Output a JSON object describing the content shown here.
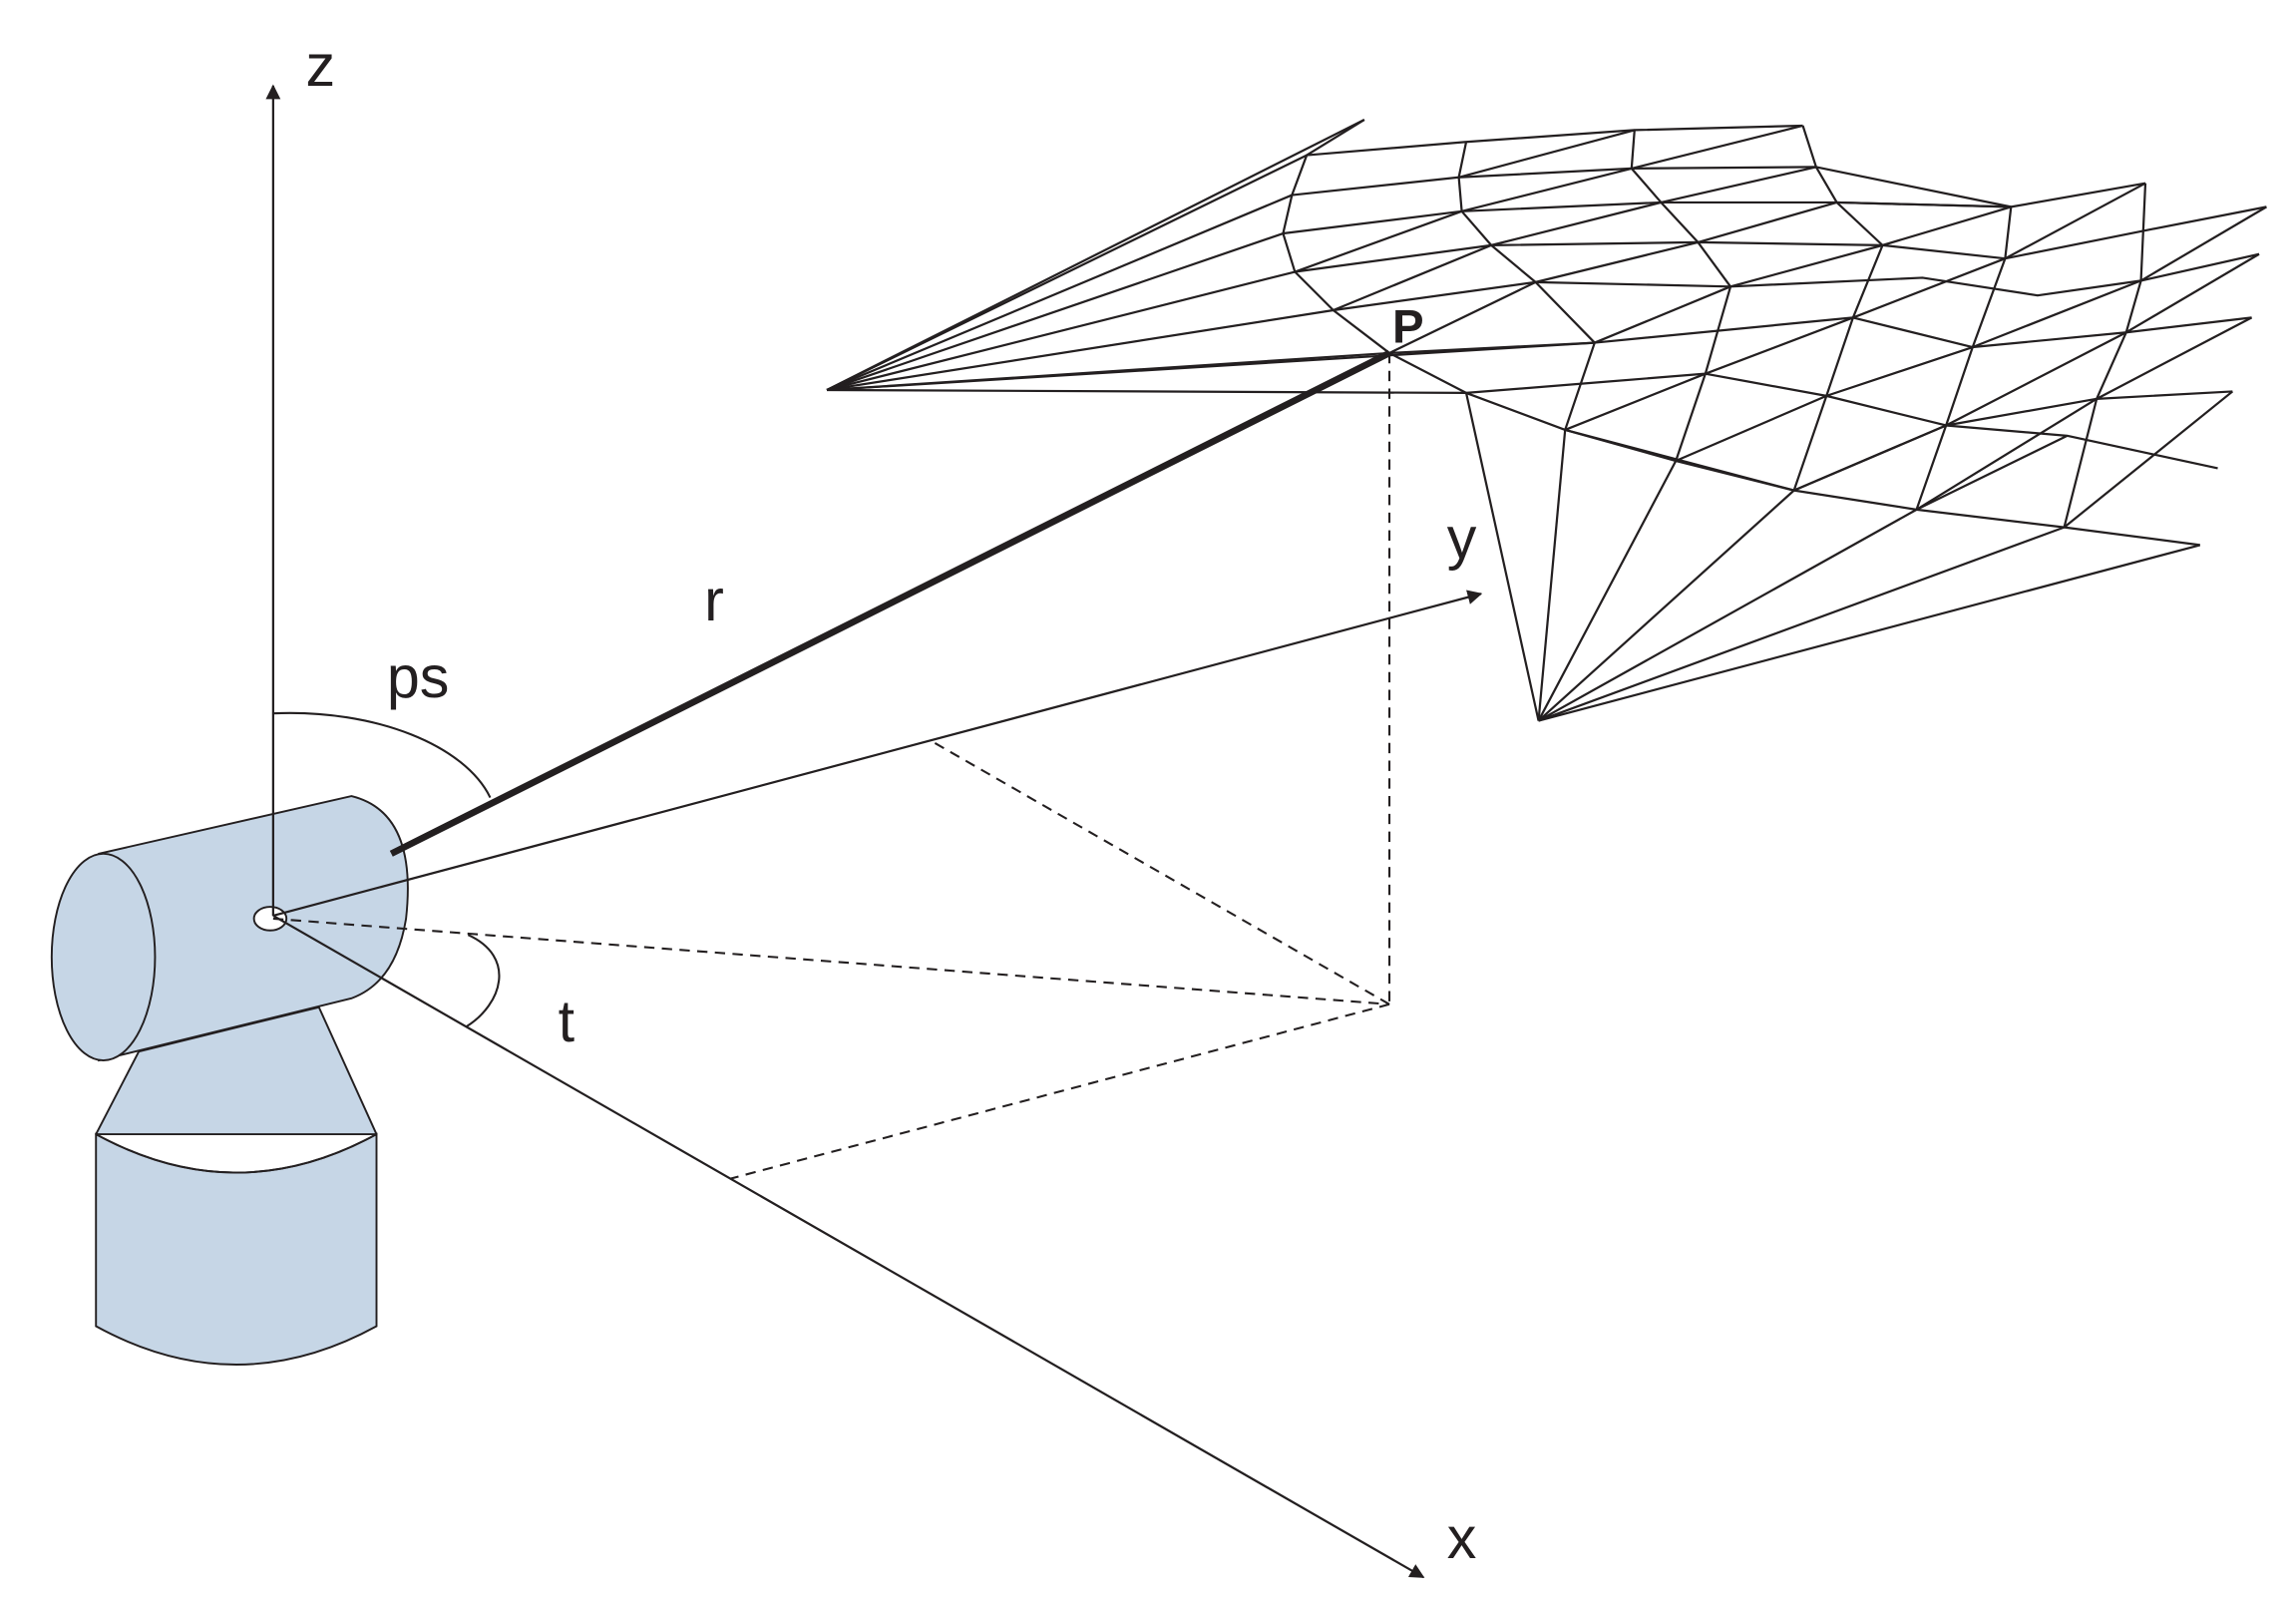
{
  "labels": {
    "z": "z",
    "y": "y",
    "x": "x",
    "r": "r",
    "ps": "ps",
    "t": "t",
    "p": "P"
  },
  "colors": {
    "scanner_fill": "#c6d6e6",
    "line": "#231f20",
    "background": "#ffffff"
  },
  "icons": {
    "scanner": "laser-scanner-icon"
  }
}
